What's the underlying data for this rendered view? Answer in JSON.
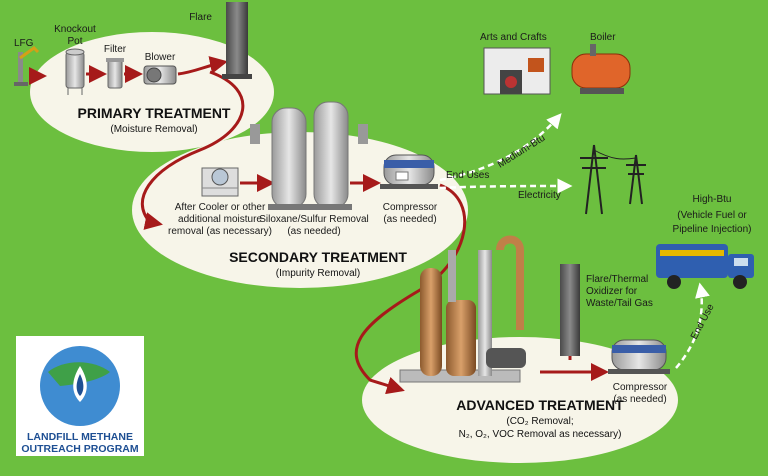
{
  "labels": {
    "lfg": "LFG",
    "knockout_line1": "Knockout",
    "knockout_line2": "Pot",
    "filter": "Filter",
    "blower": "Blower",
    "flare": "Flare",
    "after_cooler_1": "After Cooler or other",
    "after_cooler_2": "additional moisture",
    "after_cooler_3": "removal (as necessary)",
    "siloxane_1": "Siloxane/Sulfur Removal",
    "siloxane_2": "(as needed)",
    "compressor_1": "Compressor",
    "compressor_2": "(as needed)",
    "end_uses": "End Uses",
    "medium_btu": "Medium-Btu",
    "electricity": "Electricity",
    "arts_crafts": "Arts and Crafts",
    "boiler": "Boiler",
    "high_btu_1": "High-Btu",
    "high_btu_2": "(Vehicle Fuel or",
    "high_btu_3": "Pipeline Injection)",
    "end_use": "End Use",
    "flare_thermal_1": "Flare/Thermal",
    "flare_thermal_2": "Oxidizer for",
    "flare_thermal_3": "Waste/Tail Gas",
    "compressor2_1": "Compressor",
    "compressor2_2": "(as needed)"
  },
  "sections": {
    "primary_title": "PRIMARY TREATMENT",
    "primary_sub": "(Moisture Removal)",
    "secondary_title": "SECONDARY TREATMENT",
    "secondary_sub": "(Impurity Removal)",
    "advanced_title": "ADVANCED TREATMENT",
    "advanced_sub1": "(CO₂ Removal;",
    "advanced_sub2": "N₂, O₂, VOC Removal as necessary)"
  },
  "logo": {
    "line1": "LANDFILL METHANE",
    "line2": "OUTREACH PROGRAM"
  },
  "colors": {
    "background": "#6cbf3f",
    "flow_arrow": "#a61a1a",
    "ellipse": "#f7f5e9"
  }
}
